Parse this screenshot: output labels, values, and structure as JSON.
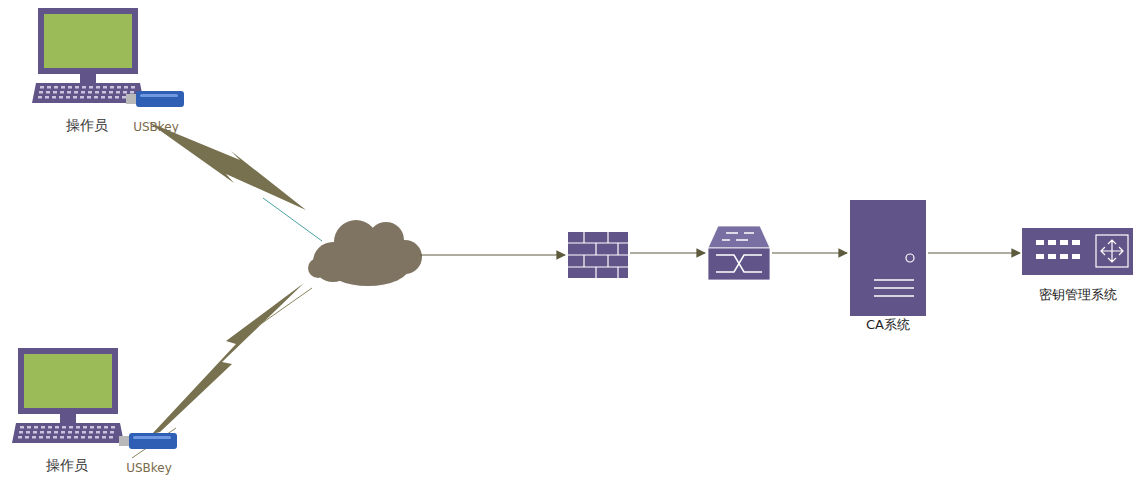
{
  "diagram": {
    "nodes": [
      {
        "text": [
          "操作员"
        ]
      },
      {
        "text": [
          "USBkey"
        ]
      },
      {
        "text": [
          "CA系统"
        ]
      },
      {
        "text": [
          "密钥管理系统"
        ]
      },
      {
        "text": [
          "操作员"
        ]
      },
      {
        "text": [
          "USBkey"
        ]
      }
    ],
    "edges": [
      {
        "from": 2,
        "to": 3,
        "arrow": "to"
      }
    ]
  }
}
